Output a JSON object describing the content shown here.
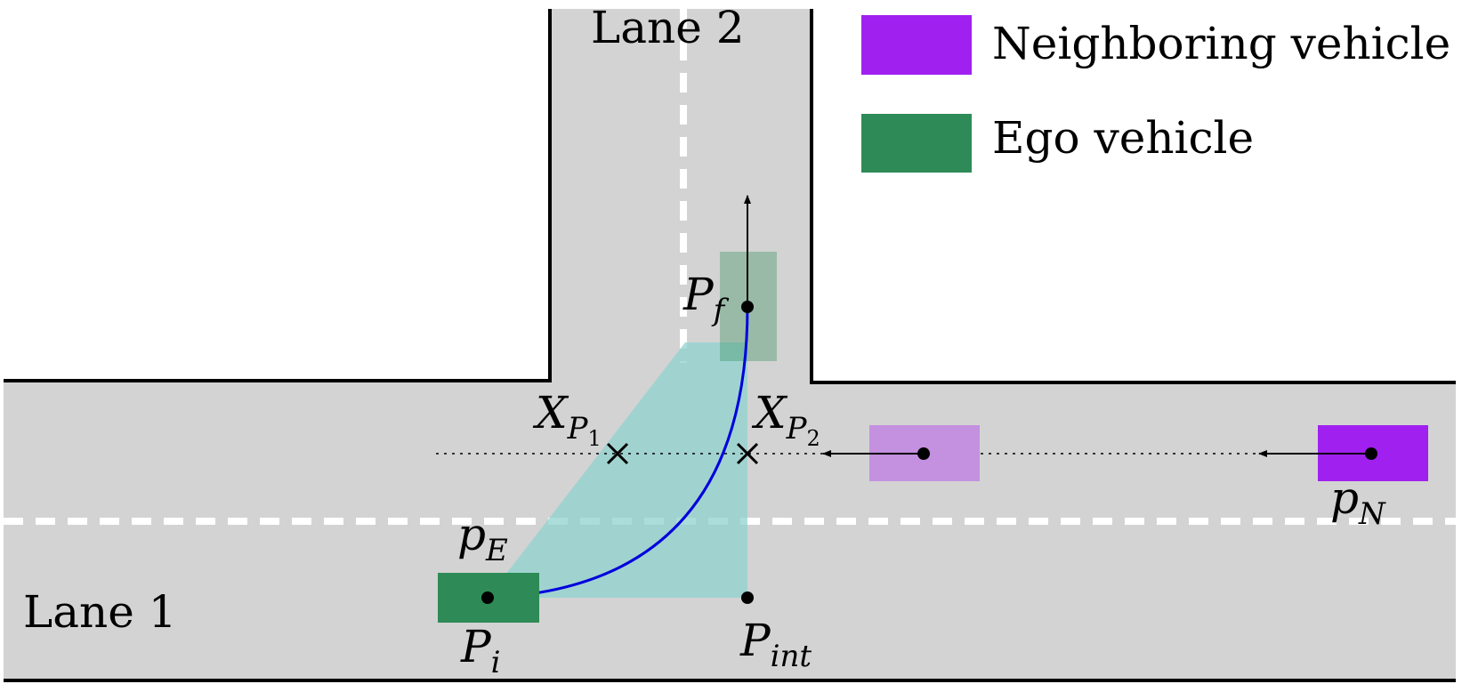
{
  "lanes": {
    "lane1": "Lane 1",
    "lane2": "Lane 2"
  },
  "legend": {
    "neighboring": {
      "label": "Neighboring vehicle",
      "color": "#a020f0"
    },
    "ego": {
      "label": "Ego vehicle",
      "color": "#2e8b57"
    }
  },
  "points": {
    "p_i": {
      "base": "P",
      "sub": "i"
    },
    "p_f": {
      "base": "P",
      "sub": "f"
    },
    "p_int": {
      "base": "P",
      "sub": "int"
    },
    "p_e": {
      "base": "p",
      "sub": "E"
    },
    "p_n": {
      "base": "p",
      "sub": "N"
    },
    "x_p1": {
      "base": "X",
      "sub": "P",
      "subsub": "1"
    },
    "x_p2": {
      "base": "X",
      "sub": "P",
      "subsub": "2"
    }
  },
  "colors": {
    "road": "#d3d3d3",
    "road_edge": "#000000",
    "lane_marking": "#ffffff",
    "trajectory": "#0000dd",
    "reachable_region": "#8fd3cf",
    "ego_vehicle": "#2e8b57",
    "ego_vehicle_final": "#7aa88a",
    "neighbor_vehicle": "#a020f0",
    "neighbor_vehicle_future": "#c490e0"
  }
}
